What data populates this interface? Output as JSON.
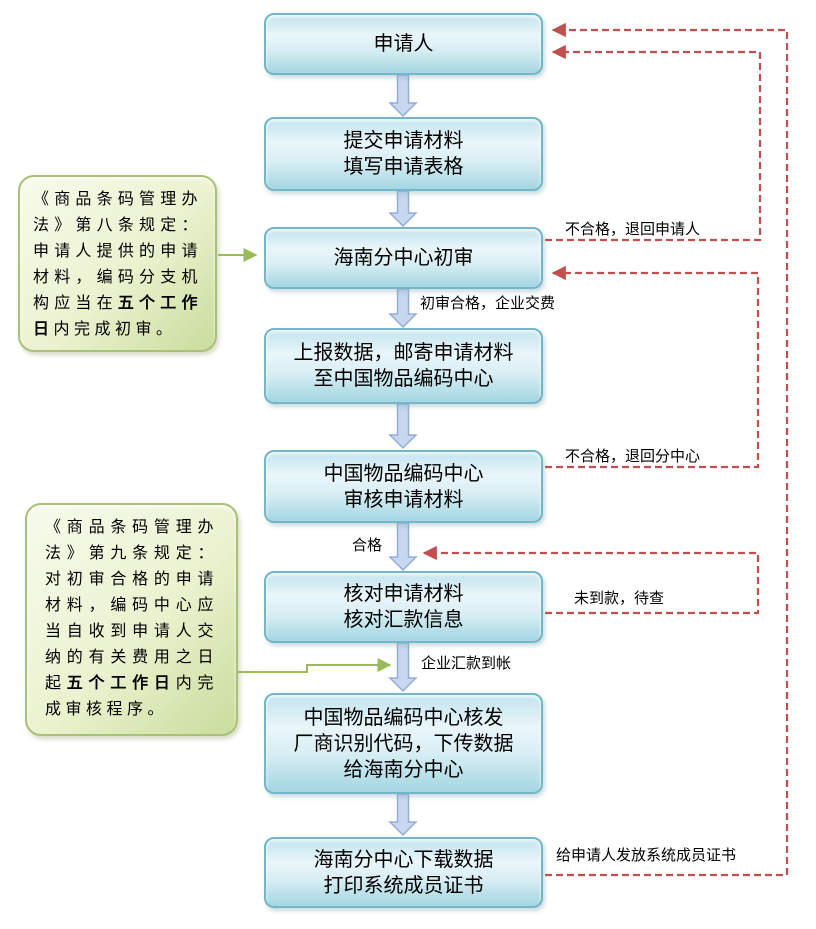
{
  "flow": {
    "boxes": [
      {
        "name": "applicant",
        "lines": [
          "申请人"
        ]
      },
      {
        "name": "submit-materials",
        "lines": [
          "提交申请材料",
          "填写申请表格"
        ]
      },
      {
        "name": "hainan-initial-review",
        "lines": [
          "海南分中心初审"
        ]
      },
      {
        "name": "report-data",
        "lines": [
          "上报数据，邮寄申请材料",
          "至中国物品编码中心"
        ]
      },
      {
        "name": "ancc-review",
        "lines": [
          "中国物品编码中心",
          "审核申请材料"
        ]
      },
      {
        "name": "verify-materials",
        "lines": [
          "核对申请材料",
          "核对汇款信息"
        ]
      },
      {
        "name": "issue-code",
        "lines": [
          "中国物品编码中心核发",
          "厂商识别代码，下传数据",
          "给海南分中心"
        ]
      },
      {
        "name": "print-certificate",
        "lines": [
          "海南分中心下载数据",
          "打印系统成员证书"
        ]
      }
    ],
    "edge_labels": {
      "initial_pass": "初审合格，企业交费",
      "pass": "合格",
      "remittance_received": "企业汇款到帐",
      "fail_return_applicant": "不合格，退回申请人",
      "fail_return_branch": "不合格，退回分中心",
      "payment_pending": "未到款，待查",
      "issue_certificate": "给申请人发放系统成员证书"
    }
  },
  "notes": [
    {
      "text_before": "《商品条码管理办法》第八条规定：申请人提供的申请材料，编码分支机构应当在",
      "text_bold": "五个工作日",
      "text_after": "内完成初审。"
    },
    {
      "text_before": "《商品条码管理办法》第九条规定：对初审合格的申请材料，编码中心应当自收到申请人交纳的有关费用之日起",
      "text_bold": "五个工作日",
      "text_after": "内完成审核程序。"
    }
  ],
  "colors": {
    "process_box_border": "#74b6c7",
    "process_box_fill_top": "#c2e3ee",
    "process_box_fill_bottom": "#a3d6e1",
    "note_border": "#a9c076",
    "note_fill_light": "#f7fbec",
    "note_fill_dark": "#c9dc9c",
    "flow_arrow_fill": "#c7d7ee",
    "flow_arrow_border": "#91add8",
    "reject_line": "#c0504d",
    "note_line": "#9bbb59",
    "text": "#000000"
  }
}
